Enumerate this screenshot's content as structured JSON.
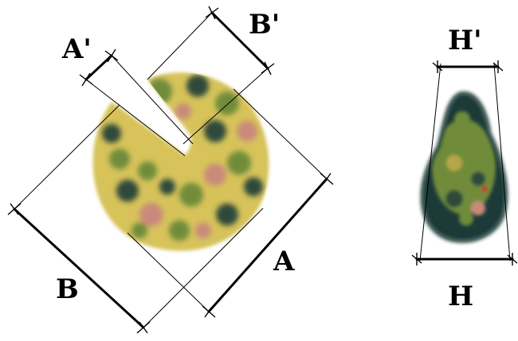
{
  "labels": {
    "a_prime": "A'",
    "b_prime": "B'",
    "a": "A",
    "b": "B",
    "h_prime": "H'",
    "h": "H"
  },
  "colors": {
    "outline": "#000000",
    "background": "#ffffff",
    "lichen_yellow": "#d7c35a",
    "lichen_green": "#6f8c3a",
    "lichen_dark": "#2f4a3a",
    "lichen_pink": "#c98a7a",
    "edge_dark": "#1e3a38"
  }
}
